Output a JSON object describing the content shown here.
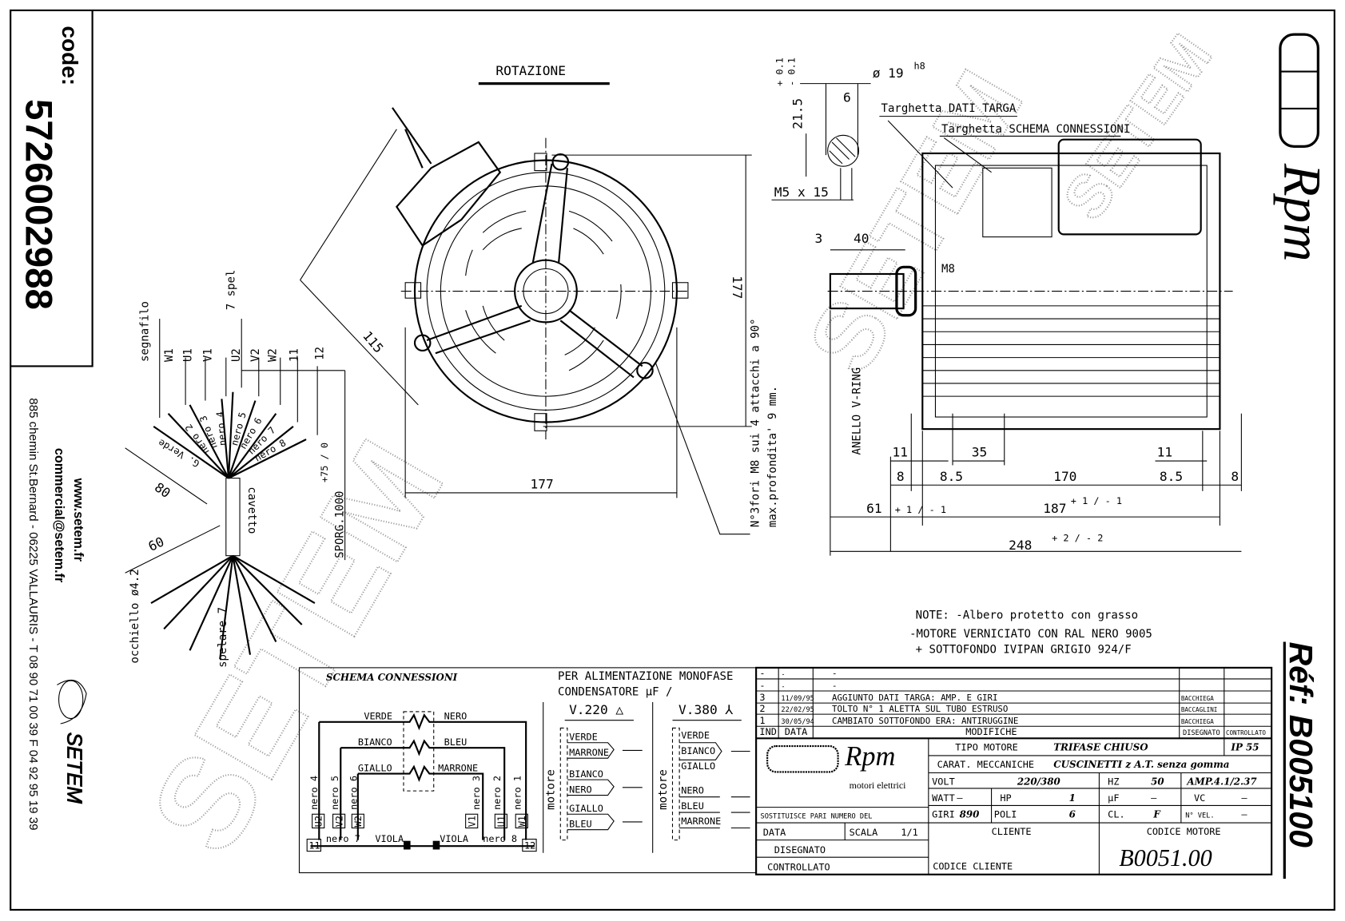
{
  "side_panel": {
    "code_label": "code:",
    "code_value": "5726002988",
    "website": "www.setem.fr",
    "email": "commercial@setem.fr",
    "address": "885 chemin St.Bernard  -  06225 VALLAURIS  -  T 08 90 71 00 39   F 04 92 95 19 39",
    "company_logo": "SETEM"
  },
  "right_panel": {
    "brand_logo": "Rpm",
    "ref_label": "Réf: B005100"
  },
  "watermark": "SETEM",
  "front_view": {
    "title": "ROTAZIONE",
    "dim_width": "177",
    "dim_height": "177",
    "dim_diag": "115",
    "holes_note_1": "N°3fori M8 sui 4 attacchi a 90°",
    "holes_note_2": "max.profondita' 9 mm."
  },
  "shaft_detail": {
    "diameter": "ø 19",
    "diameter_tol": "h8",
    "key_width": "6",
    "height": "21.5",
    "height_tol_plus": "+ 0.1",
    "height_tol_minus": "- 0.1",
    "thread": "M5 x 15"
  },
  "side_view": {
    "label_nameplate": "Targhetta DATI TARGA",
    "label_wiring_plate": "Targhetta SCHEMA CONNESSIONI",
    "dim_3": "3",
    "dim_40": "40",
    "thread_m8": "M8",
    "vring": "ANELLO V-RING",
    "dim_11a": "11",
    "dim_35": "35",
    "dim_11b": "11",
    "dim_8a": "8",
    "dim_85a": "8.5",
    "dim_170": "170",
    "dim_85b": "8.5",
    "dim_8b": "8",
    "dim_61": "61",
    "dim_61_tol": "+ 1 / - 1",
    "dim_187": "187",
    "dim_187_tol": "+ 1 / - 1",
    "dim_248": "248",
    "dim_248_tol": "+ 2 / - 2"
  },
  "harness": {
    "wire_labels": [
      "segnafilo",
      "W1",
      "U1",
      "V1",
      "7 spel",
      "U2",
      "V2",
      "W2",
      "11",
      "12"
    ],
    "wire_marks": [
      "G. Verde",
      "nero 2",
      "nero 3",
      "nero 4",
      "nero 5",
      "nero 6",
      "nero 7",
      "nero 8"
    ],
    "dim_80": "80",
    "dim_60": "60",
    "cable": "cavetto",
    "protrusion": "SPORG.1000",
    "protrusion_tol": "+75 / 0",
    "eyelet": "occhiello ø4.2",
    "strip": "spelare 7"
  },
  "notes": {
    "note_1": "NOTE: -Albero protetto con grasso",
    "note_2": "-MOTORE VERNICIATO CON RAL NERO 9005",
    "note_3": "+ SOTTOFONDO IVIPAN GRIGIO 924/F"
  },
  "schema": {
    "title": "SCHEMA CONNESSIONI",
    "left_wires": [
      "VERDE",
      "BIANCO",
      "GIALLO"
    ],
    "right_wires": [
      "NERO",
      "BLEU",
      "MARRONE"
    ],
    "terminals": [
      "U2",
      "V2",
      "W2",
      "V1",
      "U1",
      "W1"
    ],
    "terminal_wires": [
      "nero 4",
      "nero 5",
      "nero 6",
      "nero 3",
      "nero 2",
      "nero 1"
    ],
    "bottom_terminals": [
      "11",
      "12"
    ],
    "bottom_wires": [
      "nero 7",
      "VIOLA",
      "VIOLA",
      "nero 8"
    ],
    "mono_title_1": "PER ALIMENTAZIONE MONOFASE",
    "mono_title_2": "CONDENSATORE µF /",
    "v220_label": "V.220 △",
    "v380_label": "V.380 ⅄",
    "motor_label": "motore",
    "v220_wires": [
      "VERDE",
      "MARRONE",
      "BIANCO",
      "NERO",
      "GIALLO",
      "BLEU"
    ],
    "v380_wires": [
      "VERDE",
      "BIANCO",
      "GIALLO",
      "NERO",
      "BLEU",
      "MARRONE"
    ]
  },
  "revisions": {
    "rows": [
      {
        "ind": "-",
        "date": "-",
        "text": "-",
        "by": ""
      },
      {
        "ind": "-",
        "date": "-",
        "text": "-",
        "by": ""
      },
      {
        "ind": "3",
        "date": "11/09/95",
        "text": "AGGIUNTO DATI TARGA: AMP. E GIRI",
        "by": "BACCHIEGA"
      },
      {
        "ind": "2",
        "date": "22/02/95",
        "text": "TOLTO N° 1 ALETTA SUL TUBO ESTRUSO",
        "by": "BACCAGLINI"
      },
      {
        "ind": "1",
        "date": "30/05/94",
        "text": "CAMBIATO SOTTOFONDO ERA: ANTIRUGGINE",
        "by": "BACCHIEGA"
      }
    ],
    "headers": {
      "ind": "IND",
      "date": "DATA",
      "changes": "MODIFICHE",
      "drawn": "DISEGNATO",
      "checked": "CONTROLLATO"
    }
  },
  "title_block": {
    "logo_text": "Rpm",
    "logo_sub": "motori elettrici",
    "replaces": "SOSTITUISCE PARI NUMERO DEL",
    "date_label": "DATA",
    "scale_label": "SCALA",
    "scale_value": "1/1",
    "drawn_label": "DISEGNATO",
    "checked_label": "CONTROLLATO",
    "motor_type_label": "TIPO MOTORE",
    "motor_type": "TRIFASE CHIUSO",
    "ip": "IP 55",
    "mech_label": "CARAT. MECCANICHE",
    "mech": "CUSCINETTI z A.T. senza gomma",
    "volt_label": "VOLT",
    "volt": "220/380",
    "hz_label": "HZ",
    "hz": "50",
    "amp": "AMP.4.1/2.37",
    "watt_label": "WATT",
    "watt": "–",
    "hp_label": "HP",
    "hp": "1",
    "uf_label": "µF",
    "uf": "–",
    "vc_label": "VC",
    "vc": "–",
    "rpm_label": "GIRI",
    "rpm": "890",
    "poles_label": "POLI",
    "poles": "6",
    "class_label": "CL.",
    "class": "F",
    "speeds_label": "N° VEL.",
    "speeds": "–",
    "client_label": "CLIENTE",
    "client_code_label": "CODICE CLIENTE",
    "motor_code_label": "CODICE MOTORE",
    "motor_code": "B0051.00"
  }
}
